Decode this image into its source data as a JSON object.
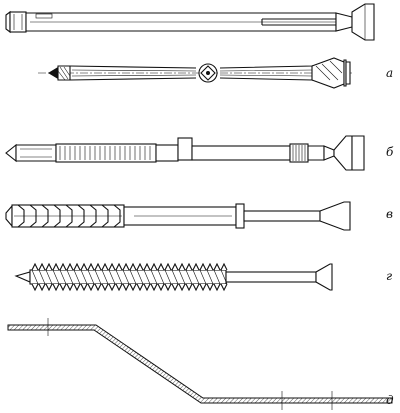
{
  "figure": {
    "labels": {
      "a": "а",
      "b": "б",
      "v": "в",
      "g": "г",
      "d": "д"
    },
    "colors": {
      "ink": "#111111",
      "paper": "#ffffff"
    }
  }
}
